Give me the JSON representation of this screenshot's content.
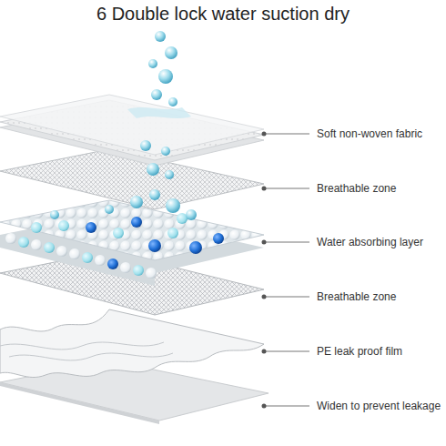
{
  "diagram": {
    "title": "6 Double lock water suction dry",
    "labels": [
      "Soft non-woven fabric",
      "Breathable zone",
      "Water absorbing layer",
      "Breathable zone",
      "PE leak proof film",
      "Widen to prevent leakage"
    ]
  }
}
